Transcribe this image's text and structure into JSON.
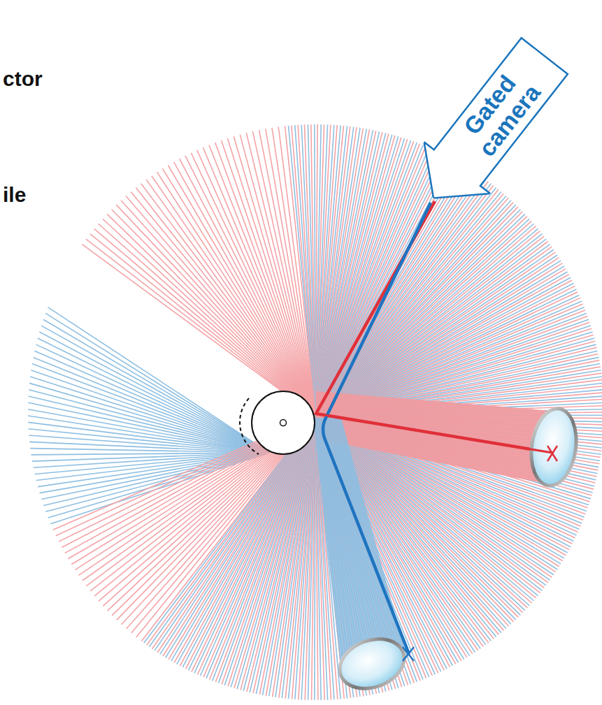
{
  "diagram": {
    "nodes": [
      {
        "text": [
          "Gated camera"
        ]
      }
    ],
    "labels": [
      "ctor",
      "ile"
    ]
  }
}
